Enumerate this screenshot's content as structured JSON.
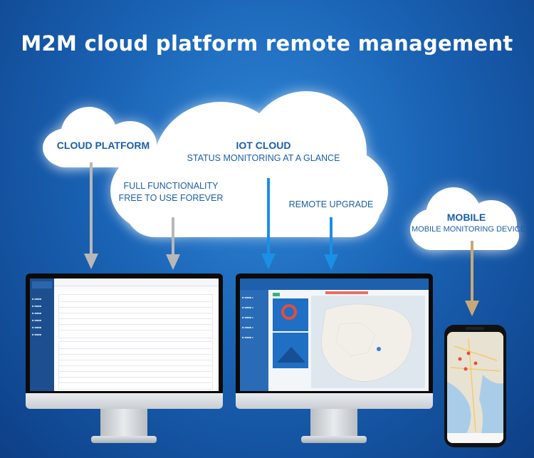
{
  "header": {
    "title": "M2M cloud platform remote management"
  },
  "clouds": {
    "cloud_platform": {
      "heading": "CLOUD PLATFORM"
    },
    "iot_cloud": {
      "heading": "IOT CLOUD",
      "subtitle": "STATUS MONITORING AT A GLANCE",
      "feature_line1": "FULL FUNCTIONALITY",
      "feature_line2": "FREE TO USE FOREVER",
      "remote_upgrade": "REMOTE UPGRADE"
    },
    "mobile": {
      "heading": "MOBILE",
      "subtitle": "MOBILE MONITORING DEVICE"
    }
  },
  "colors": {
    "arrow_gray": "#b8b8b8",
    "arrow_blue": "#1b8fe6",
    "arrow_gold": "#c9a878",
    "text_blue": "#1a5ea8"
  }
}
